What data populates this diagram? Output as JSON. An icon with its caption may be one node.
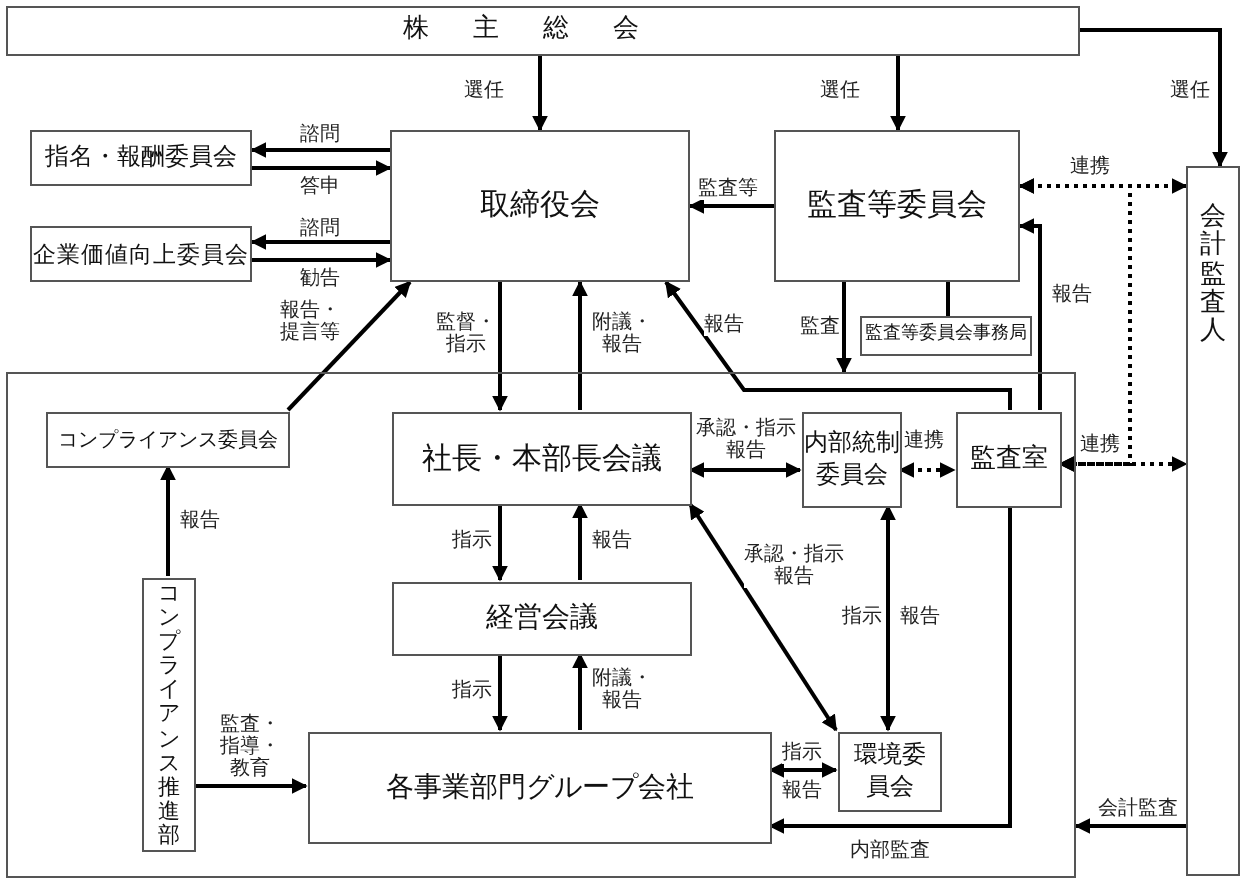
{
  "diagram": {
    "nodes": [
      {
        "text": [
          "株主総会"
        ]
      },
      {
        "text": [
          "指名・報酬委員会"
        ]
      },
      {
        "text": [
          "企業価値向上委員会"
        ]
      },
      {
        "text": [
          "取締役会"
        ]
      },
      {
        "text": [
          "監査等委員会"
        ]
      },
      {
        "text": [
          "監査等委員会事務局"
        ]
      },
      {
        "text": [
          "会計監査人"
        ]
      },
      {
        "text": [],
        "shape": "box"
      },
      {
        "text": [
          "コンプライアンス委員会"
        ],
        "in": 7
      },
      {
        "text": [
          "社長・本部長会議"
        ],
        "in": 7
      },
      {
        "text": [
          "内部統制委員会"
        ],
        "in": 7
      },
      {
        "text": [
          "監査室"
        ],
        "in": 7
      },
      {
        "text": [
          "経営会議"
        ],
        "in": 7
      },
      {
        "text": [
          "コンプライアンス推進部"
        ],
        "in": 7
      },
      {
        "text": [
          "各事業部門グループ会社"
        ],
        "in": 7
      },
      {
        "text": [
          "環境委員会"
        ],
        "in": 7
      }
    ],
    "edges": [
      {
        "from": 0,
        "to": 3,
        "arrow": "to",
        "label": "選任"
      },
      {
        "from": 0,
        "to": 4,
        "arrow": "to",
        "label": "選任"
      },
      {
        "from": 0,
        "to": 6,
        "arrow": "to",
        "label": "選任"
      },
      {
        "from": 3,
        "to": 1,
        "arrow": "to",
        "label": "諮問"
      },
      {
        "from": 1,
        "to": 3,
        "arrow": "to",
        "label": "答申"
      },
      {
        "from": 3,
        "to": 2,
        "arrow": "to",
        "label": "諮問"
      },
      {
        "from": 2,
        "to": 3,
        "arrow": "to",
        "label": "勧告"
      },
      {
        "from": 4,
        "to": 3,
        "arrow": "to",
        "label": "監査等"
      },
      {
        "from": 4,
        "to": 6,
        "arrow": "both",
        "label": "連携",
        "style": "dashed"
      },
      {
        "from": 11,
        "to": 6,
        "arrow": "both",
        "label": "連携",
        "style": "dashed"
      },
      {
        "from": 4,
        "to": 11,
        "arrow": "both",
        "style": "dashed"
      },
      {
        "from": 4,
        "to": 7,
        "arrow": "to",
        "label": "監査"
      },
      {
        "from": 4,
        "to": 5,
        "arrow": "none"
      },
      {
        "from": 11,
        "to": 4,
        "arrow": "to",
        "label": "報告"
      },
      {
        "from": 11,
        "to": 3,
        "arrow": "to",
        "label": "報告"
      },
      {
        "from": 8,
        "to": 3,
        "arrow": "to",
        "label": "報告・提言等"
      },
      {
        "from": 3,
        "to": 9,
        "arrow": "to",
        "label": "監督・指示"
      },
      {
        "from": 9,
        "to": 3,
        "arrow": "to",
        "label": "附議・報告"
      },
      {
        "from": 9,
        "to": 12,
        "arrow": "to",
        "label": "指示"
      },
      {
        "from": 12,
        "to": 9,
        "arrow": "to",
        "label": "報告"
      },
      {
        "from": 12,
        "to": 14,
        "arrow": "to",
        "label": "指示"
      },
      {
        "from": 14,
        "to": 12,
        "arrow": "to",
        "label": "附議・報告"
      },
      {
        "from": 13,
        "to": 8,
        "arrow": "to",
        "label": "報告"
      },
      {
        "from": 13,
        "to": 14,
        "arrow": "to",
        "label": "監査・指導・教育"
      },
      {
        "from": 9,
        "to": 10,
        "arrow": "both",
        "label": "承認・指示報告"
      },
      {
        "from": 9,
        "to": 15,
        "arrow": "both",
        "label": "承認・指示報告"
      },
      {
        "from": 10,
        "to": 11,
        "arrow": "both",
        "label": "連携",
        "style": "dashed"
      },
      {
        "from": 10,
        "to": 15,
        "arrow": "both",
        "label": "指示"
      },
      {
        "from": 14,
        "to": 15,
        "arrow": "both",
        "label": "指示"
      },
      {
        "from": 11,
        "to": 14,
        "arrow": "to",
        "label": "内部監査"
      },
      {
        "from": 6,
        "to": 7,
        "arrow": "to",
        "label": "会計監査"
      }
    ],
    "labels": [
      "報告",
      "報告"
    ]
  }
}
